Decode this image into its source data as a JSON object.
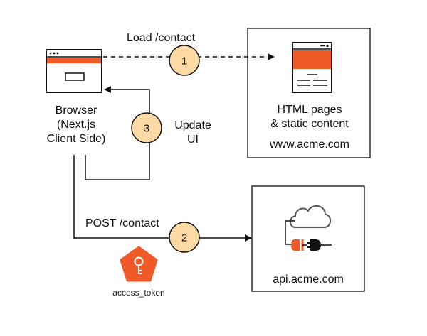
{
  "edges": {
    "load": "Load /contact",
    "post": "POST /contact",
    "update_line1": "Update",
    "update_line2": "UI"
  },
  "steps": {
    "one": "1",
    "two": "2",
    "three": "3"
  },
  "browser": {
    "line1": "Browser",
    "line2": "(Next.js",
    "line3": "Client Side)"
  },
  "static_server": {
    "line1": "HTML pages",
    "line2": "& static content",
    "domain": "www.acme.com"
  },
  "api_server": {
    "domain": "api.acme.com"
  },
  "token": {
    "label": "access_token"
  },
  "colors": {
    "accent": "#f05a28",
    "step_fill": "#fdd9a3",
    "stroke": "#111111",
    "cloud_stroke": "#555555"
  },
  "icons": [
    "browser-window-icon",
    "web-page-icon",
    "cloud-icon",
    "plug-icon",
    "key-shield-icon"
  ]
}
